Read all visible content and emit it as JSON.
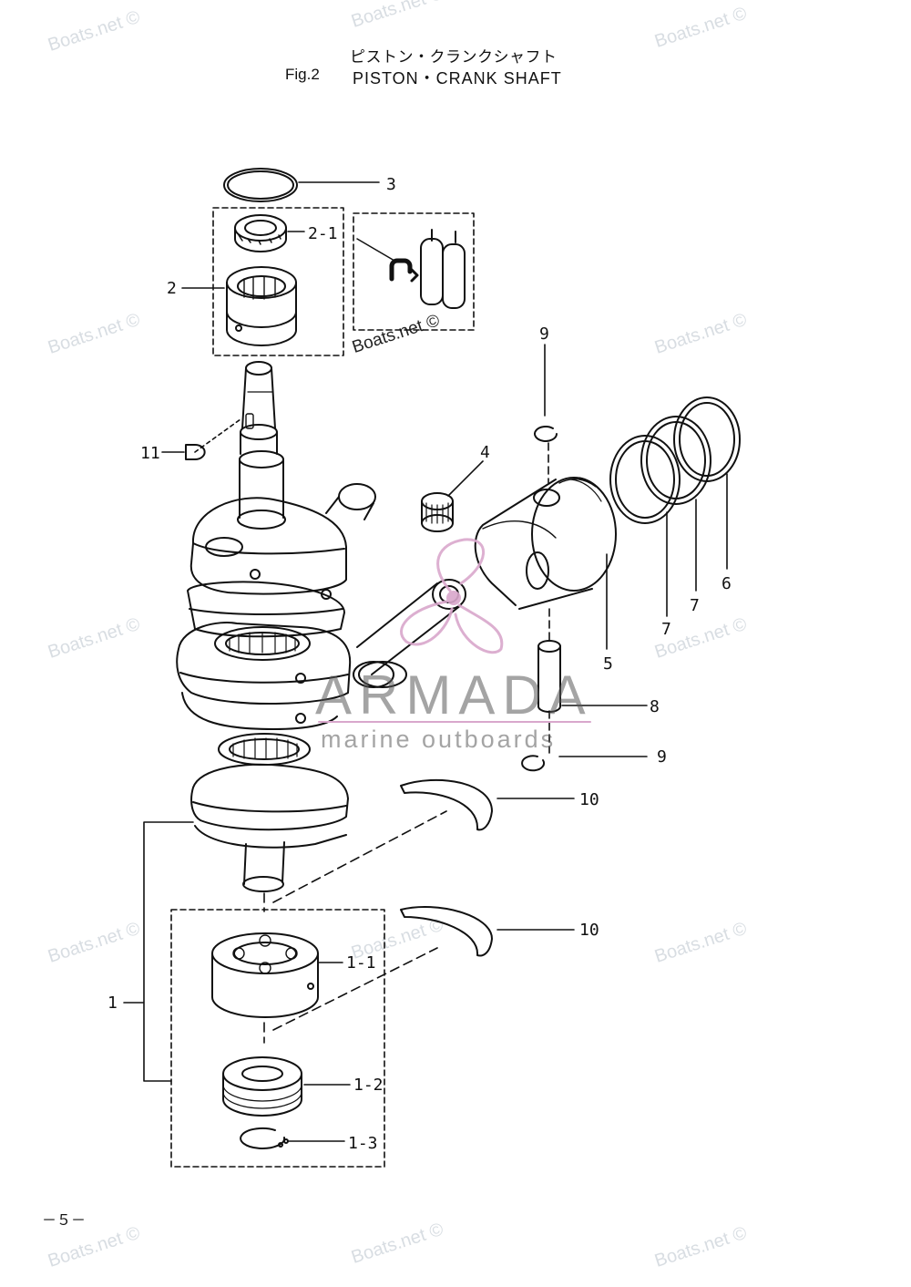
{
  "header": {
    "title_jp": "ピストン・クランクシャフト",
    "fig_label": "Fig.2",
    "title_en": "PISTON・CRANK SHAFT"
  },
  "callouts": [
    {
      "id": "c-3",
      "label": "3"
    },
    {
      "id": "c-2-1",
      "label": "2-1"
    },
    {
      "id": "c-2",
      "label": "2"
    },
    {
      "id": "c-9a",
      "label": "9"
    },
    {
      "id": "c-11",
      "label": "11"
    },
    {
      "id": "c-4",
      "label": "4"
    },
    {
      "id": "c-6",
      "label": "6"
    },
    {
      "id": "c-7a",
      "label": "7"
    },
    {
      "id": "c-7b",
      "label": "7"
    },
    {
      "id": "c-5",
      "label": "5"
    },
    {
      "id": "c-8",
      "label": "8"
    },
    {
      "id": "c-9b",
      "label": "9"
    },
    {
      "id": "c-10a",
      "label": "10"
    },
    {
      "id": "c-10b",
      "label": "10"
    },
    {
      "id": "c-1",
      "label": "1"
    },
    {
      "id": "c-1-1",
      "label": "1-1"
    },
    {
      "id": "c-1-2",
      "label": "1-2"
    },
    {
      "id": "c-1-3",
      "label": "1-3"
    }
  ],
  "watermark": "Boats.net ©",
  "brand": {
    "name": "ARMADA",
    "tagline": "marine outboards",
    "color": "#d9a7cc"
  },
  "footer": {
    "page": "－５－"
  }
}
